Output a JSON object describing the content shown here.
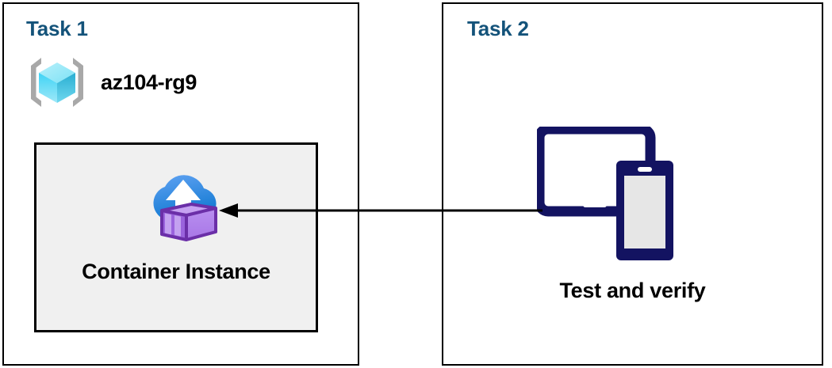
{
  "diagram": {
    "title": "Azure task flow diagram",
    "background_color": "#ffffff",
    "border_color": "#000000"
  },
  "panels": [
    {
      "id": "task1",
      "title": "Task 1",
      "title_color": "#14537a",
      "resource_group": {
        "icon": "resource-group-icon",
        "label": "az104-rg9",
        "label_color": "#000000",
        "icon_colors": {
          "bracket": "#a3a3a3",
          "cube_top": "#9cebf7",
          "cube_left": "#32c8f0",
          "cube_right": "#2aa8cc"
        }
      },
      "resource_box": {
        "fill": "#f0f0f0",
        "border": "#000000",
        "icon": "container-instance-icon",
        "label": "Container Instance",
        "label_color": "#000000",
        "icon_colors": {
          "cloud_top": "#4f97e8",
          "cloud_bottom": "#0f7ad1",
          "arrow": "#ffffff",
          "container_body": "#b07ee8",
          "container_end": "#a774e0",
          "container_outline": "#6b2fa8"
        }
      }
    },
    {
      "id": "task2",
      "title": "Task 2",
      "title_color": "#14537a",
      "device": {
        "icon": "devices-icon",
        "label": "Test and verify",
        "label_color": "#000000",
        "icon_colors": {
          "frame": "#131361",
          "tablet_screen": "#ffffff",
          "phone_screen": "#e6e6e6"
        }
      }
    }
  ],
  "connector": {
    "name": "arrow-task2-to-container-instance",
    "direction": "right-to-left",
    "from": "Test and verify",
    "to": "Container Instance",
    "color": "#000000"
  }
}
